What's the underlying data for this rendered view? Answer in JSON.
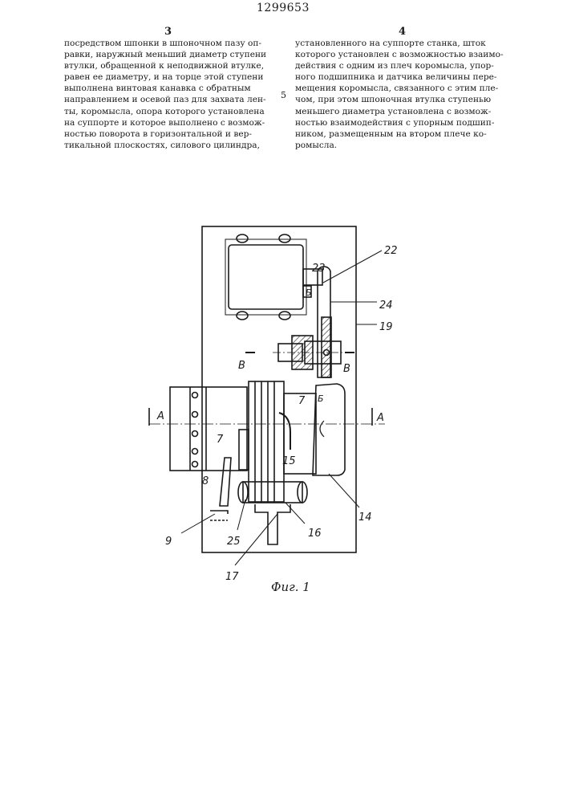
{
  "header": {
    "patent_number": "1299653",
    "left_column_number": "3",
    "right_column_number": "4",
    "margin_line_number": "5"
  },
  "text": {
    "left_column": [
      "посредством шпонки в шпоночном пазу оп-",
      "равки, наружный меньший диаметр ступени",
      "втулки, обращенной к неподвижной втулке,",
      "равен ее диаметру, и на торце этой ступени",
      "выполнена винтовая канавка с обратным",
      "направлением и осевой паз для захвата лен-",
      "ты, коромысла, опора которого установлена",
      "на суппорте и которое выполнено с возмож-",
      "ностью поворота в горизонтальной и вер-",
      "тикальной плоскостях, силового цилиндра,"
    ],
    "right_column": [
      "установленного на суппорте станка, шток",
      "которого установлен с возможностью взаимо-",
      "действия с одним из плеч коромысла, упор-",
      "ного подшипника и датчика величины пере-",
      "мещения коромысла, связанного с этим пле-",
      "чом, при этом шпоночная втулка ступенью",
      "меньшего диаметра установлена с возмож-",
      "ностью взаимодействия с упорным подшип-",
      "ником, размещенным на втором плече ко-",
      "ромысла."
    ]
  },
  "figure": {
    "caption": "Фиг. 1",
    "labels": {
      "l23": "23",
      "l22": "22",
      "l24": "24",
      "l19": "19",
      "l7a": "7",
      "l7b": "7",
      "l15": "15",
      "l14": "14",
      "l8": "8",
      "l9": "9",
      "l25": "25",
      "l16": "16",
      "l17": "17",
      "sec_a_left": "А",
      "sec_a_right": "А",
      "sec_v_left": "В",
      "sec_v_right": "В",
      "sec_b_top": "Б",
      "sec_b_mid": "Б"
    }
  }
}
